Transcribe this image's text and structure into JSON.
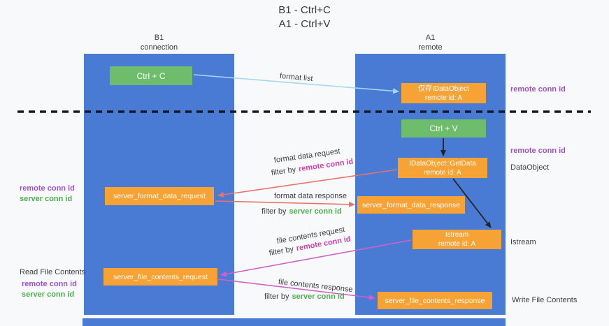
{
  "title": {
    "line1": "B1 - Ctrl+C",
    "line2": "A1 - Ctrl+V"
  },
  "lanes": {
    "left": {
      "name": "B1",
      "sub": "connection"
    },
    "right": {
      "name": "A1",
      "sub": "remote"
    }
  },
  "boxes": {
    "ctrl_c": {
      "label": "Ctrl + C"
    },
    "ctrl_v": {
      "label": "Ctrl + V"
    },
    "idataobject_proxy": {
      "line1": "仅存IDataObject",
      "line2": "remote id: A"
    },
    "getdata": {
      "line1": "IDataObject::GetData",
      "line2": "remote id: A"
    },
    "istream": {
      "line1": "Istream",
      "line2": "remote id: A"
    },
    "server_format_data_request": {
      "label": "server_format_data_request"
    },
    "server_format_data_response": {
      "label": "server_format_data_response"
    },
    "server_file_contents_request": {
      "label": "server_file_contents_request"
    },
    "server_file_contents_response": {
      "label": "server_file_contents_response"
    }
  },
  "arrow_labels": {
    "format_list": "format list",
    "format_data_request": "format data request",
    "format_data_response": "format data response",
    "file_contents_request": "file contents request",
    "file_contents_response": "file contents response",
    "filter_by": "filter by",
    "remote_conn_id": "remote conn id",
    "server_conn_id": "server conn id"
  },
  "side_labels": {
    "remote_conn_id": "remote conn id",
    "server_conn_id": "server conn id",
    "dataobject": "DataObject",
    "istream": "Istream",
    "read_file_contents": "Read File Contents",
    "write_file_contents": "Write File Contents"
  },
  "colors": {
    "lane_blue": "#4a7bd4",
    "box_green": "#6dbd6d",
    "box_orange": "#f7a234",
    "text_purple": "#a052cc",
    "text_green": "#4caf50",
    "text_magenta": "#d63fae",
    "arrow_blue": "#a5d6f2",
    "arrow_salmon": "#e8736a",
    "arrow_magenta": "#d260c8",
    "arrow_black": "#222222"
  }
}
